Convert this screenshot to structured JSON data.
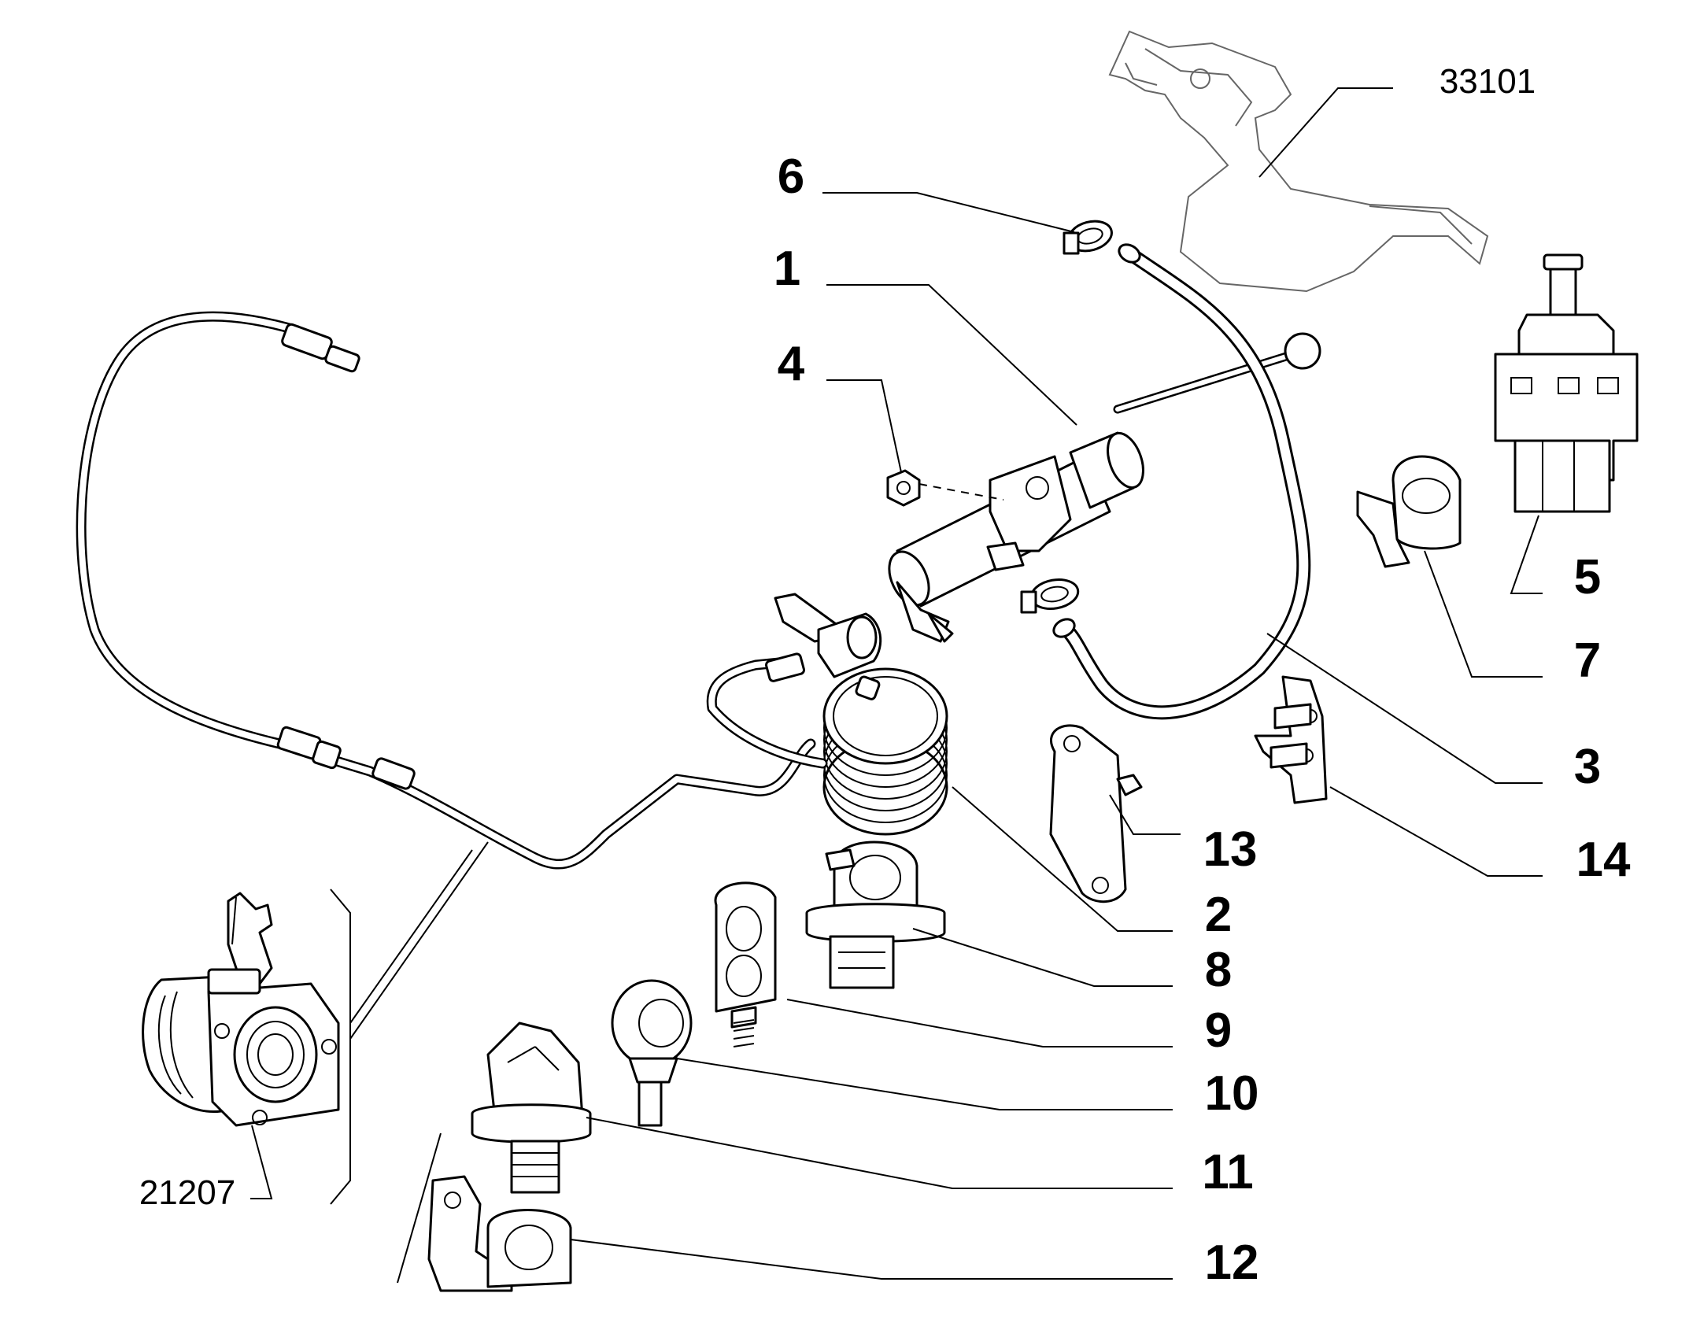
{
  "diagram": {
    "callouts": [
      {
        "id": "c1",
        "text": "1"
      },
      {
        "id": "c2",
        "text": "2"
      },
      {
        "id": "c3",
        "text": "3"
      },
      {
        "id": "c4",
        "text": "4"
      },
      {
        "id": "c5",
        "text": "5"
      },
      {
        "id": "c6",
        "text": "6"
      },
      {
        "id": "c7",
        "text": "7"
      },
      {
        "id": "c8",
        "text": "8"
      },
      {
        "id": "c9",
        "text": "9"
      },
      {
        "id": "c10",
        "text": "10"
      },
      {
        "id": "c11",
        "text": "11"
      },
      {
        "id": "c12",
        "text": "12"
      },
      {
        "id": "c13",
        "text": "13"
      },
      {
        "id": "c14",
        "text": "14"
      }
    ],
    "references": [
      {
        "id": "r1",
        "text": "33101"
      },
      {
        "id": "r2",
        "text": "21207"
      }
    ]
  }
}
